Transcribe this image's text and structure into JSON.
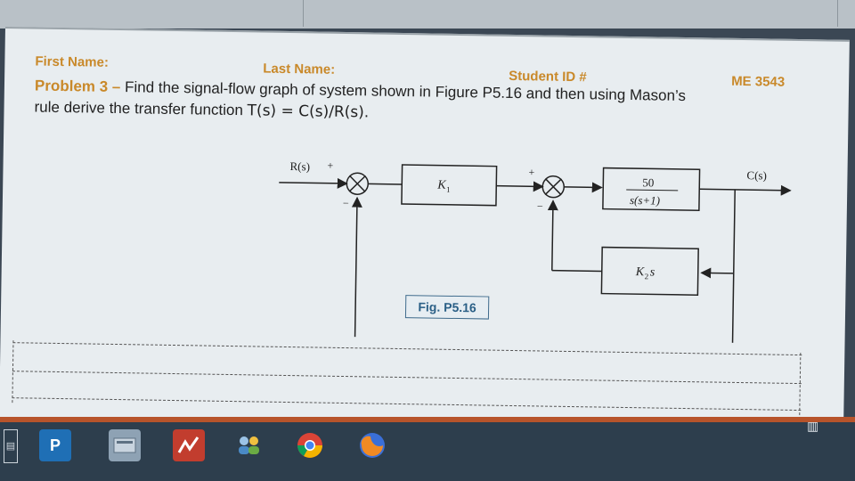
{
  "document": {
    "first_name_label": "First Name:",
    "last_name_label": "Last Name:",
    "student_id_label": "Student ID #",
    "course": "ME 3543",
    "problem_label": "Problem 3 –",
    "problem_text": " Find the signal-flow graph of system shown in Figure P5.16 and then using Mason’s",
    "rule_text": "rule derive the transfer function ",
    "transfer_function": "T(s) = C(s)/R(s).",
    "figure_label": "Fig. P5.16"
  },
  "diagram": {
    "input_label": "R(s)",
    "output_label": "C(s)",
    "gain_block": "K",
    "gain_subscript": "1",
    "plant_numerator": "50",
    "plant_denominator": "s(s+1)",
    "feedback_block": "K",
    "feedback_subscript": "2",
    "feedback_var": "s",
    "plus_sign": "+",
    "minus_sign": "−"
  },
  "taskbar": {
    "icons": [
      "gripper-icon",
      "powerpoint-icon",
      "files-icon",
      "lab-app-icon",
      "people-icon",
      "chrome-icon",
      "firefox-icon"
    ],
    "powerpoint_label": "P"
  },
  "colors": {
    "header_orange": "#c9892a",
    "taskbar": "#2d3e4d",
    "taskbar_accent": "#b7542b"
  }
}
